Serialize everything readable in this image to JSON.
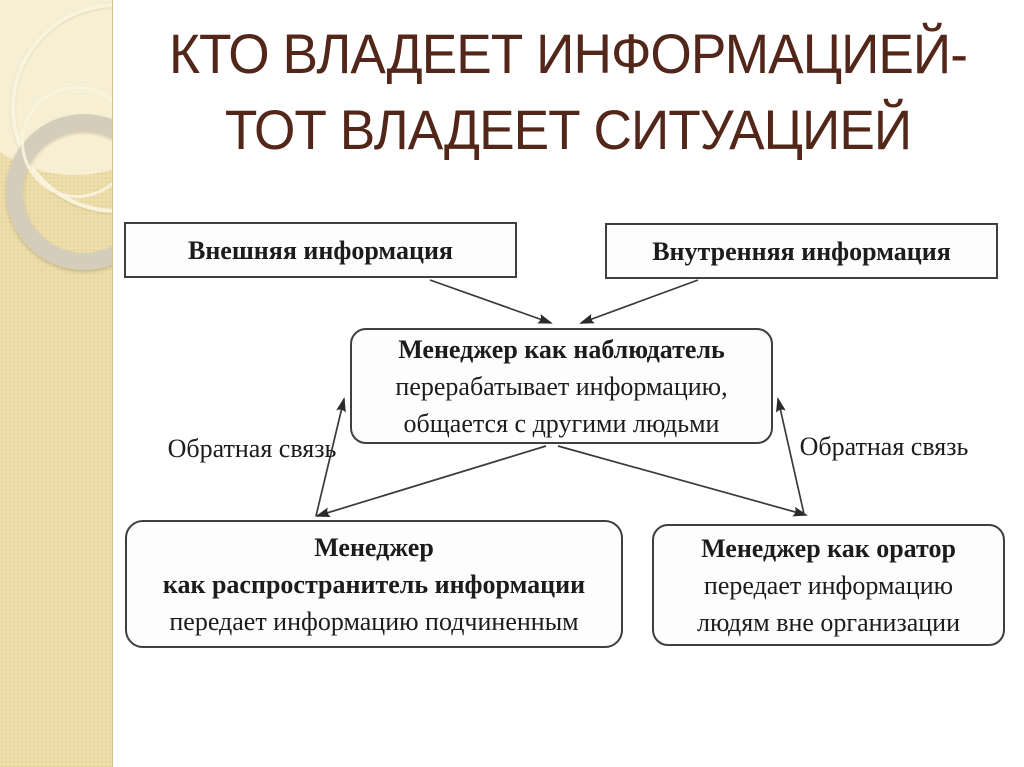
{
  "slide": {
    "title_line1": "КТО ВЛАДЕЕТ ИНФОРМАЦИЕЙ-",
    "title_line2": "ТОТ ВЛАДЕЕТ СИТУАЦИЕЙ",
    "title_color": "#53261a"
  },
  "diagram": {
    "boxes": {
      "external_info": {
        "label": "Внешняя информация"
      },
      "internal_info": {
        "label": "Внутренняя информация"
      },
      "observer": {
        "title": "Менеджер как наблюдатель",
        "desc1": "перерабатывает информацию,",
        "desc2": "общается с другими людьми"
      },
      "disseminator": {
        "title_line1": "Менеджер",
        "title_line2": "как распространитель информации",
        "desc1": "передает информацию подчиненным"
      },
      "spokesman": {
        "title": "Менеджер как оратор",
        "desc1": "передает информацию",
        "desc2": "людям вне организации"
      }
    },
    "labels": {
      "feedback_left": "Обратная связь",
      "feedback_right": "Обратная связь"
    },
    "colors": {
      "box_border": "#3f3f3f",
      "text": "#1c1c1c",
      "arrow": "#3a3a3a"
    }
  },
  "sidebar": {
    "base_color": "#eddeab",
    "ring_color": "#d5cdbb"
  }
}
